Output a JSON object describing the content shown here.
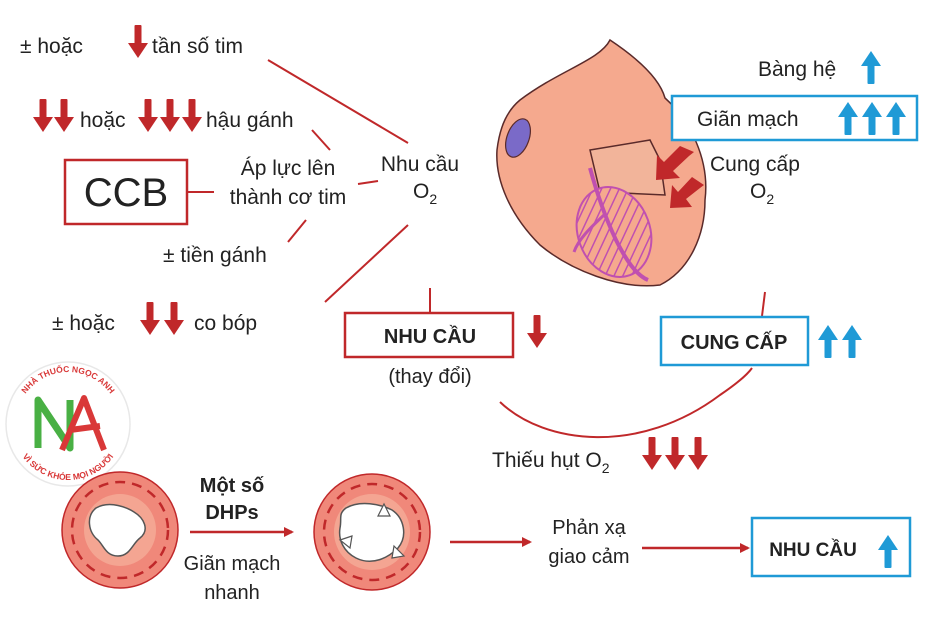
{
  "colors": {
    "red_arrow": "#c0282a",
    "blue_arrow": "#1f9ad6",
    "red_box": "#c0282a",
    "blue_box": "#1f9ad6",
    "line": "#c0282a",
    "heart": "#f5a98e",
    "vessel": "#f0887a",
    "logo_green": "#3aaa35",
    "logo_red": "#d62828"
  },
  "left": {
    "heart_rate_prefix": "± hoặc",
    "heart_rate_label": "tần số tim",
    "afterload_prefix": "hoặc",
    "afterload_label": "hậu gánh",
    "ccb_label": "CCB",
    "wall_stress_line1": "Áp lực lên",
    "wall_stress_line2": "thành cơ tim",
    "preload_label": "± tiền gánh",
    "contractility_prefix": "± hoặc",
    "contractility_label": "co bóp"
  },
  "center": {
    "demand_line1": "Nhu cầu",
    "demand_o": "O",
    "demand_sub": "2",
    "demand_box_label": "NHU CẦU",
    "demand_change": "(thay đổi)",
    "deficit_label": "Thiếu hụt O",
    "deficit_sub": "2"
  },
  "right": {
    "collateral_label": "Bàng hệ",
    "vasodilation_label": "Giãn mạch",
    "supply_line1": "Cung cấp",
    "supply_o": "O",
    "supply_sub": "2",
    "supply_box_label": "CUNG CẤP"
  },
  "bottom": {
    "dhp_line1": "Một số",
    "dhp_line2": "DHPs",
    "rapid_line1": "Giãn mạch",
    "rapid_line2": "nhanh",
    "reflex_line1": "Phản xạ",
    "reflex_line2": "giao cảm",
    "final_box_label": "NHU CẦU"
  },
  "logo": {
    "top_text": "NHÀ THUỐC NGỌC ANH",
    "bottom_text": "VÌ SỨC KHỎE MỌI NGƯỜI",
    "monogram": "NA"
  }
}
